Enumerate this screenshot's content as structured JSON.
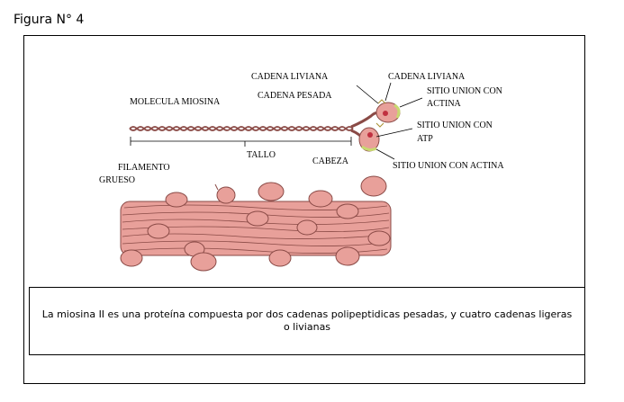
{
  "figure_title": "Figura N° 4",
  "labels": {
    "cadena_liviana_top": "CADENA LIVIANA",
    "cadena_liviana_right": "CADENA LIVIANA",
    "cadena_pesada": "CADENA PESADA",
    "molecula_miosina": "MOLECULA MIOSINA",
    "sitio_union_actina_top_1": "SITIO UNION CON",
    "sitio_union_actina_top_2": "ACTINA",
    "sitio_union_atp_1": "SITIO UNION CON",
    "sitio_union_atp_2": "ATP",
    "tallo": "TALLO",
    "cabeza": "CABEZA",
    "sitio_union_actina_bottom": "SITIO UNION CON ACTINA",
    "filamento_1": "FILAMENTO",
    "filamento_2": "GRUESO"
  },
  "caption": "La miosina II es una  proteína compuesta por dos cadenas polipeptidicas pesadas, y cuatro cadenas ligeras o livianas",
  "colors": {
    "myosin_fill": "#e8a09a",
    "myosin_stroke": "#8a4a46",
    "actin_site": "#c8d870",
    "atp_site": "#c03040"
  }
}
